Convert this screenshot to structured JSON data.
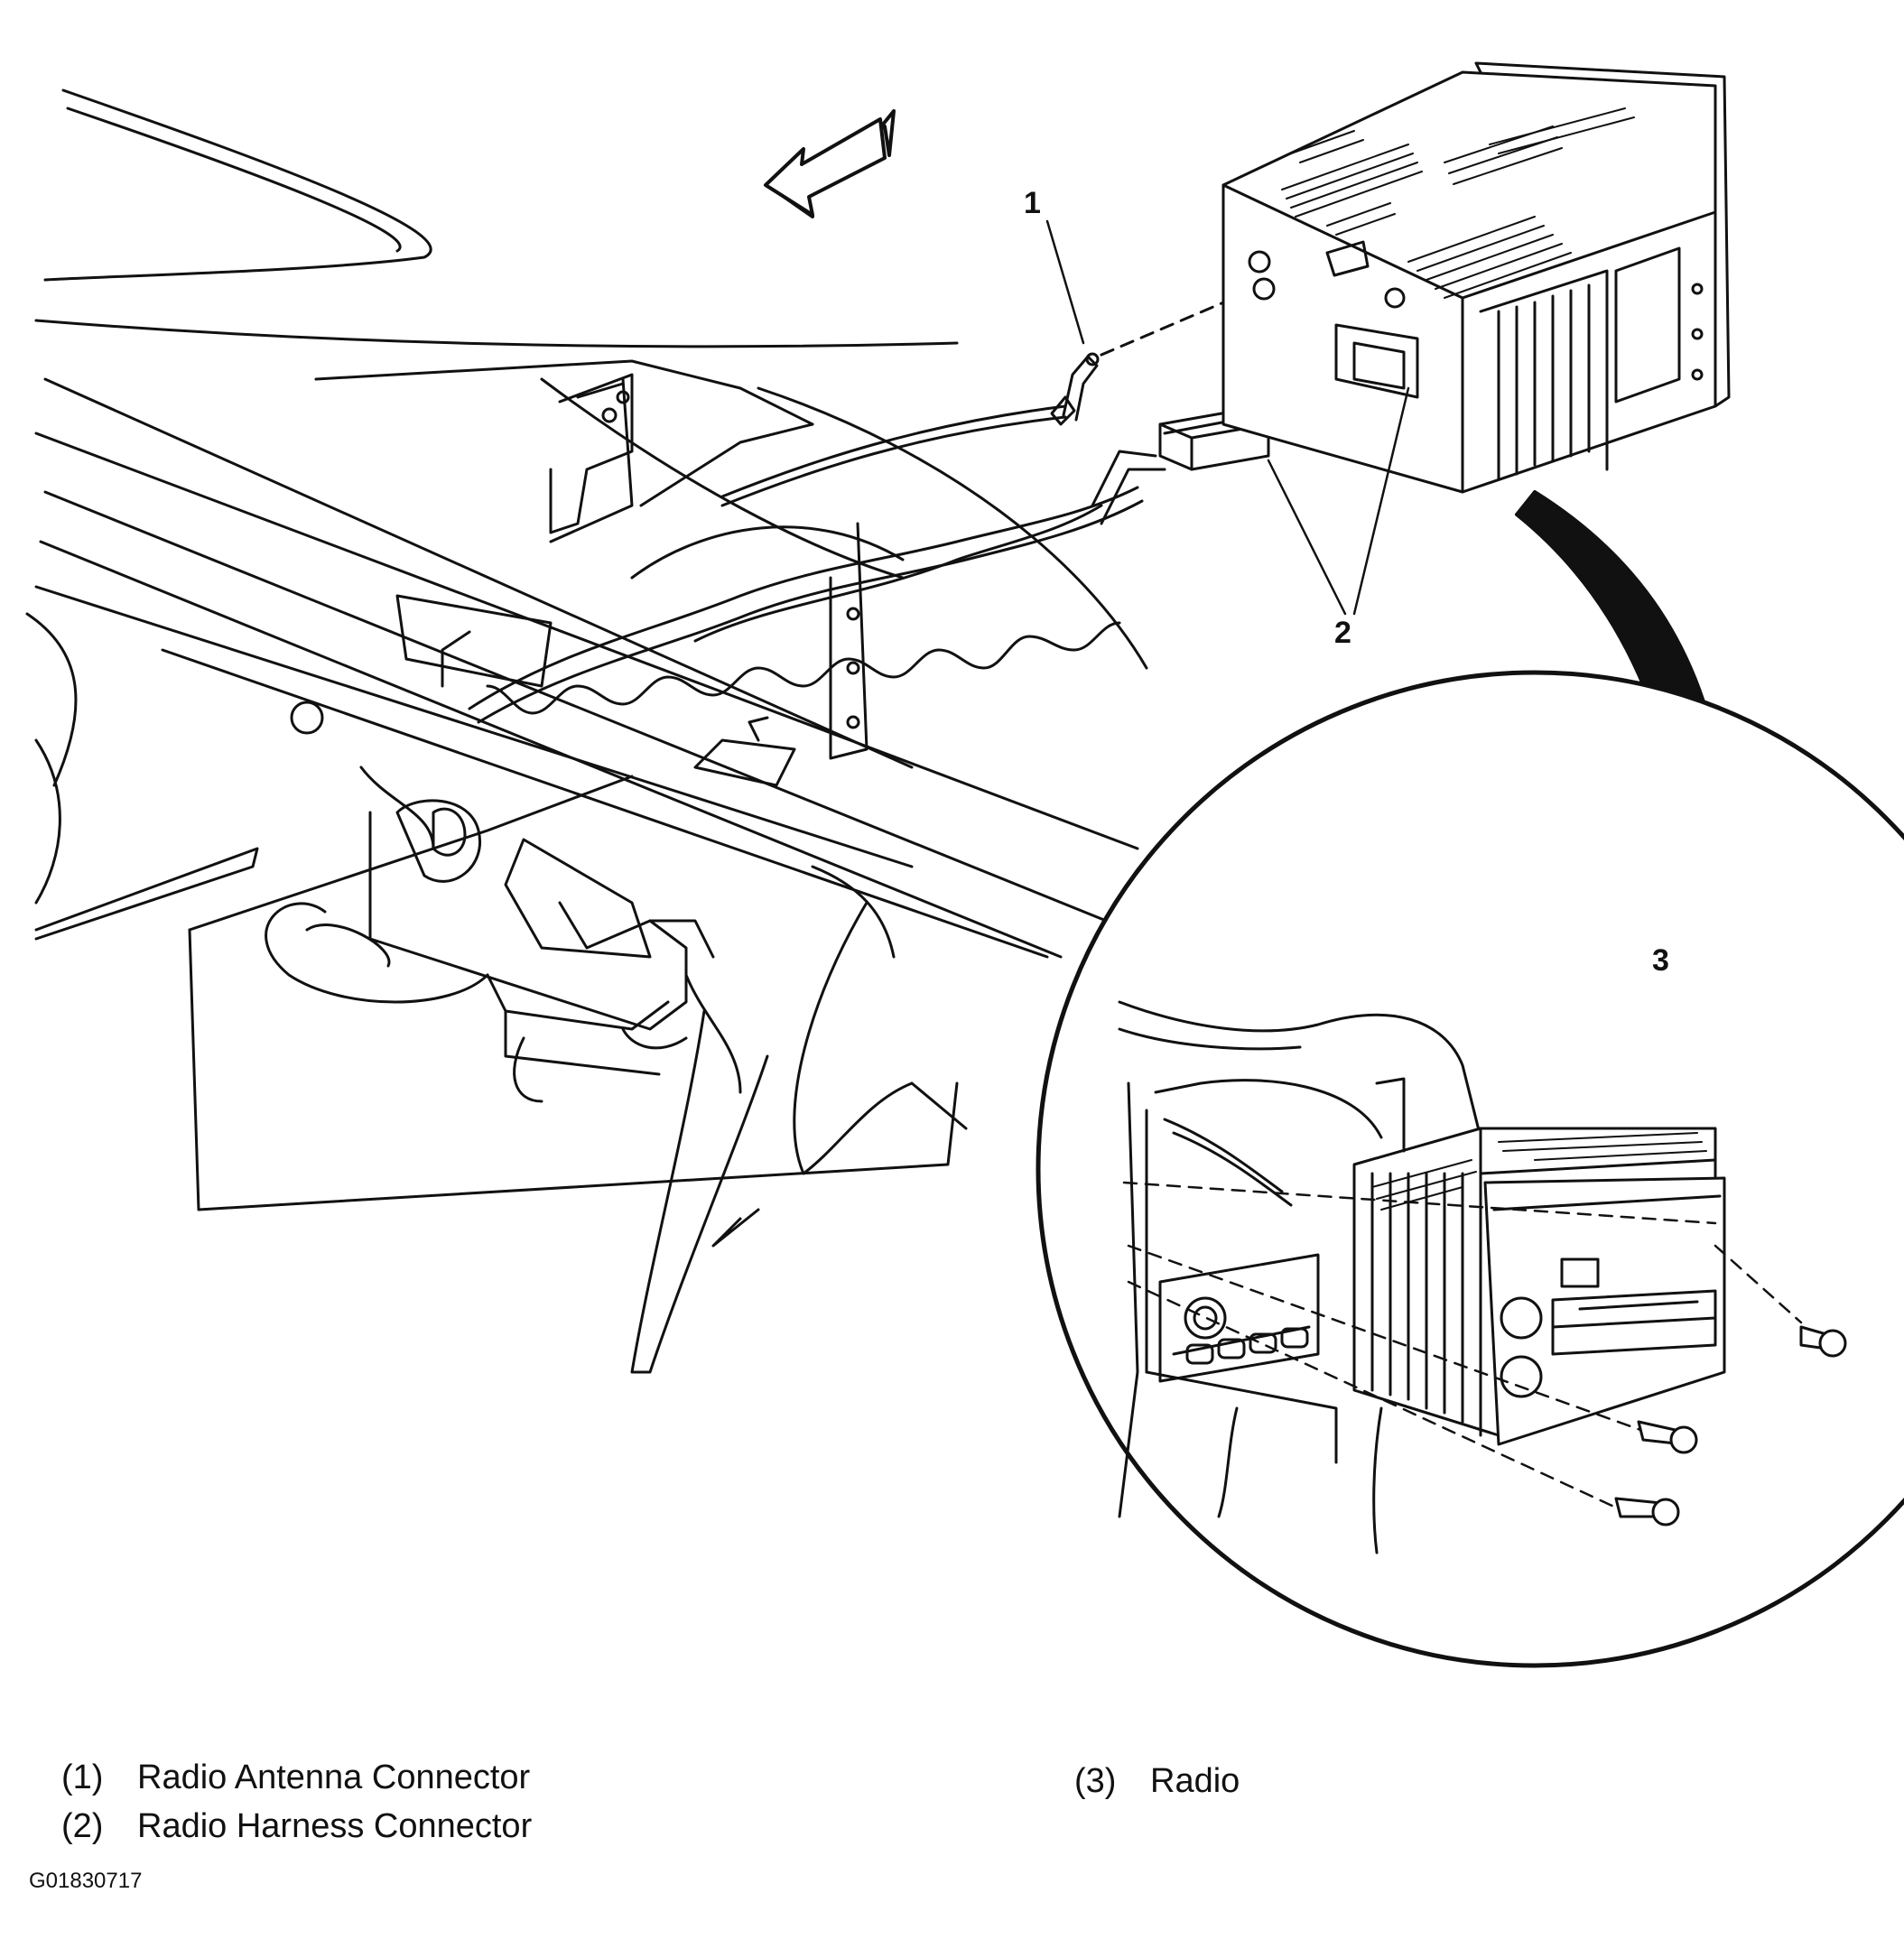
{
  "callouts": {
    "c1": "1",
    "c2": "2",
    "c3": "3"
  },
  "legend": [
    {
      "num": "(1)",
      "label": "Radio Antenna Connector"
    },
    {
      "num": "(2)",
      "label": "Radio Harness Connector"
    },
    {
      "num": "(3)",
      "label": "Radio"
    }
  ],
  "figure_id": "G01830717",
  "colors": {
    "line": "#111111",
    "background": "#ffffff"
  },
  "icons": [
    "forward-direction-arrow-icon",
    "curved-detail-arrow-icon"
  ]
}
